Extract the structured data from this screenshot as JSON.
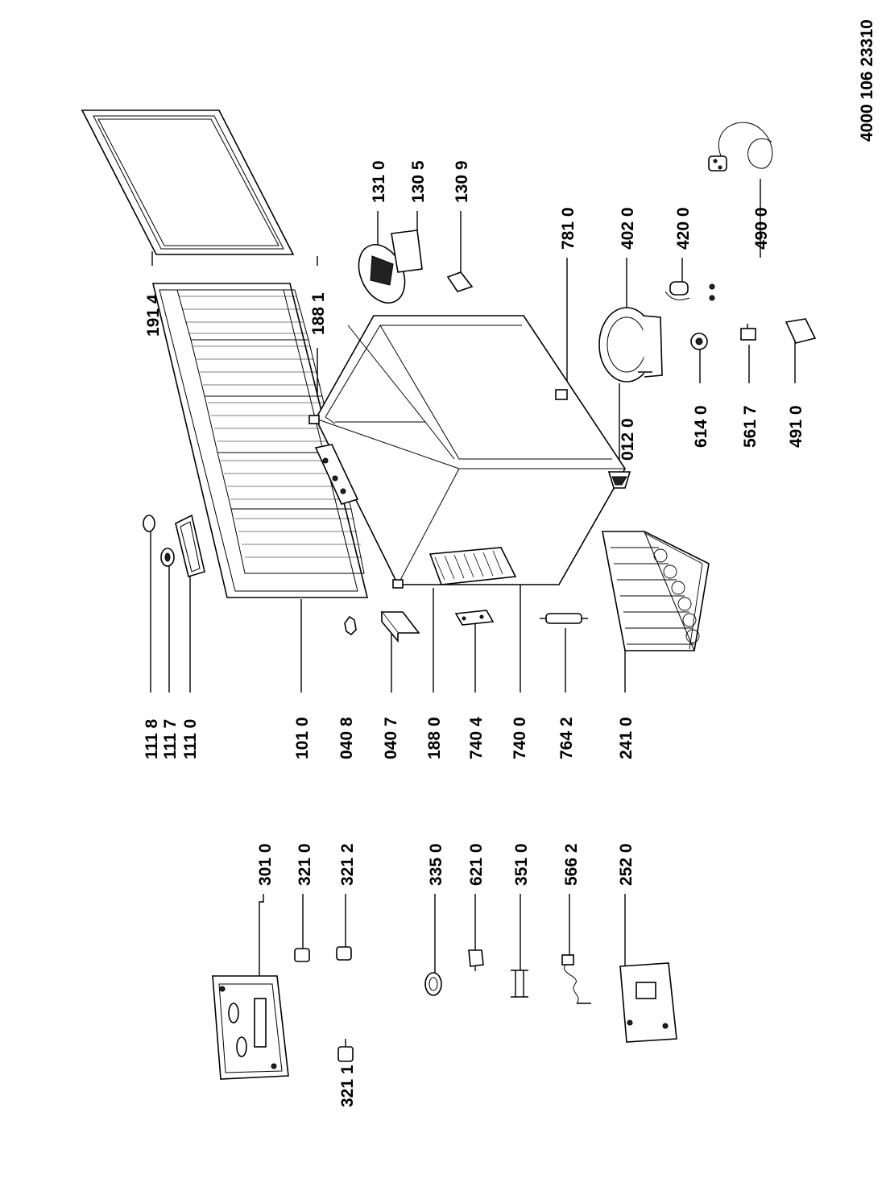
{
  "document_number": "4000 106 23310",
  "labels": {
    "p1918": "111 8",
    "p1117": "111 7",
    "p1110": "111 0",
    "p1010": "101 0",
    "p0408": "040 8",
    "p0407": "040 7",
    "p1880": "188 0",
    "p7404": "740 4",
    "p7400": "740 0",
    "p7642": "764 2",
    "p2410": "241 0",
    "p3010": "301 0",
    "p3210": "321 0",
    "p3212": "321 2",
    "p3211": "321 1",
    "p3350": "335 0",
    "p6210": "621 0",
    "p3510": "351 0",
    "p5662": "566 2",
    "p2520": "252 0",
    "p1914": "191 4",
    "p1881": "188 1",
    "p1310": "131 0",
    "p1305": "130 5",
    "p1309": "130 9",
    "p7810": "781 0",
    "p4020": "402 0",
    "p4200": "420 0",
    "p4900": "490 0",
    "p0120": "012 0",
    "p6140": "614 0",
    "p5617": "561 7",
    "p4910": "491 0"
  }
}
